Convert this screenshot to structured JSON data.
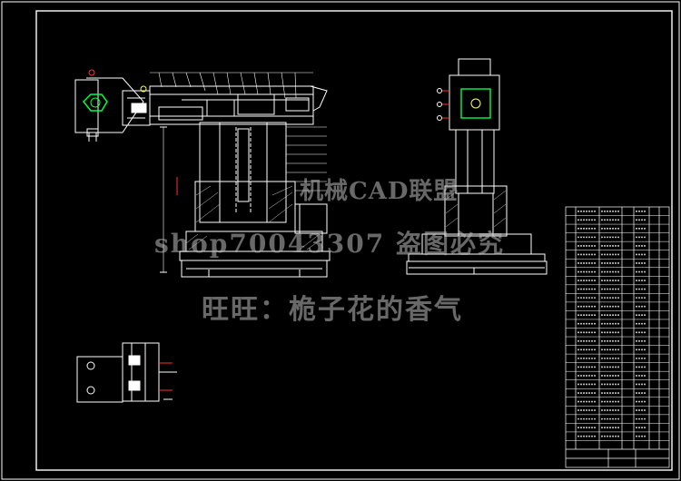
{
  "watermark": {
    "line1": "机械CAD联盟",
    "line2": "shop70043307  盗图必究",
    "line3": "旺旺：桅子花的香气"
  },
  "colors": {
    "background": "#000000",
    "frame": "#ffffff",
    "drawing": "#ffffff",
    "accent_green": "#00ff40",
    "accent_red": "#ff3030",
    "accent_yellow": "#ffff60",
    "hatch": "#d0d0d0"
  }
}
